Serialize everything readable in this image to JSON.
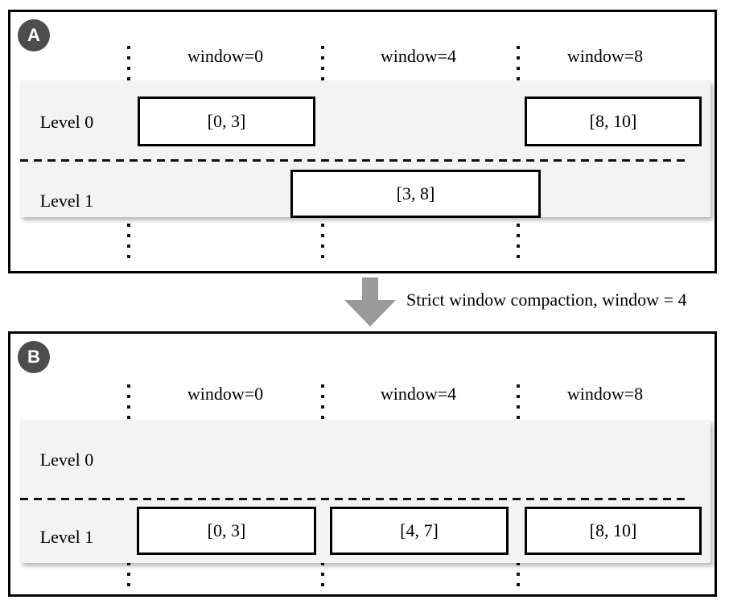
{
  "colors": {
    "row_background": "#f3f3f3",
    "badge_background": "#4d4d4d",
    "arrow_gray": "#9a9a9a",
    "line_color": "#111111"
  },
  "transition": {
    "label": "Strict window compaction, window = 4"
  },
  "panels": [
    {
      "badge": "A",
      "column_labels": [
        "window=0",
        "window=4",
        "window=8"
      ],
      "row_labels": [
        "Level 0",
        "Level 1"
      ],
      "boxes": [
        {
          "level": "Level 0",
          "window": "window=0",
          "text": "[0, 3]"
        },
        {
          "level": "Level 0",
          "window": "window=8",
          "text": "[8, 10]"
        },
        {
          "level": "Level 1",
          "window": "spans window=4",
          "text": "[3, 8]"
        }
      ]
    },
    {
      "badge": "B",
      "column_labels": [
        "window=0",
        "window=4",
        "window=8"
      ],
      "row_labels": [
        "Level 0",
        "Level 1"
      ],
      "boxes": [
        {
          "level": "Level 1",
          "window": "window=0",
          "text": "[0, 3]"
        },
        {
          "level": "Level 1",
          "window": "window=4",
          "text": "[4, 7]"
        },
        {
          "level": "Level 1",
          "window": "window=8",
          "text": "[8, 10]"
        }
      ]
    }
  ]
}
